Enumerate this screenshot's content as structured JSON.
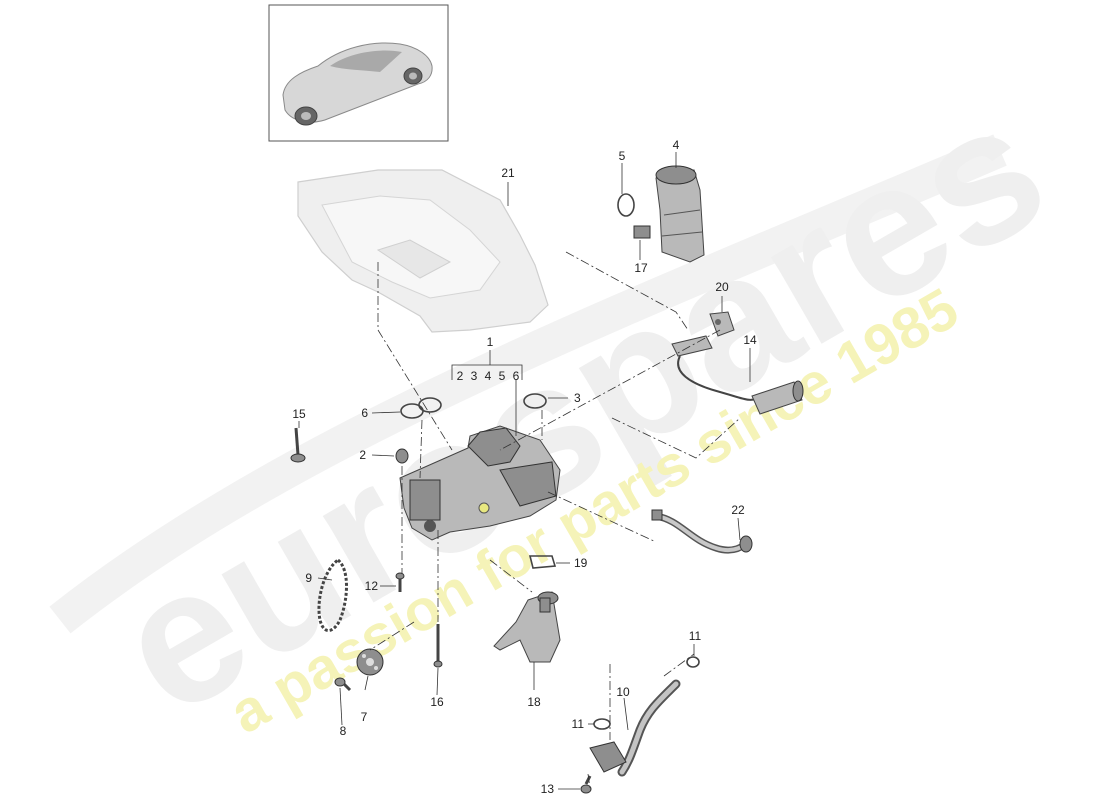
{
  "watermark": {
    "brand": "eurospares",
    "tagline": "a passion for parts since 1985"
  },
  "callouts": [
    {
      "id": "1",
      "label": "1"
    },
    {
      "id": "1-sub",
      "label": "2 3 4 5 6"
    },
    {
      "id": "2",
      "label": "2"
    },
    {
      "id": "3",
      "label": "3"
    },
    {
      "id": "4",
      "label": "4"
    },
    {
      "id": "5",
      "label": "5"
    },
    {
      "id": "6",
      "label": "6"
    },
    {
      "id": "7",
      "label": "7"
    },
    {
      "id": "8",
      "label": "8"
    },
    {
      "id": "9",
      "label": "9"
    },
    {
      "id": "10",
      "label": "10"
    },
    {
      "id": "11a",
      "label": "11"
    },
    {
      "id": "11b",
      "label": "11"
    },
    {
      "id": "12",
      "label": "12"
    },
    {
      "id": "13",
      "label": "13"
    },
    {
      "id": "14",
      "label": "14"
    },
    {
      "id": "15",
      "label": "15"
    },
    {
      "id": "16",
      "label": "16"
    },
    {
      "id": "17",
      "label": "17"
    },
    {
      "id": "18",
      "label": "18"
    },
    {
      "id": "19",
      "label": "19"
    },
    {
      "id": "20",
      "label": "20"
    },
    {
      "id": "21",
      "label": "21"
    },
    {
      "id": "22",
      "label": "22"
    }
  ]
}
